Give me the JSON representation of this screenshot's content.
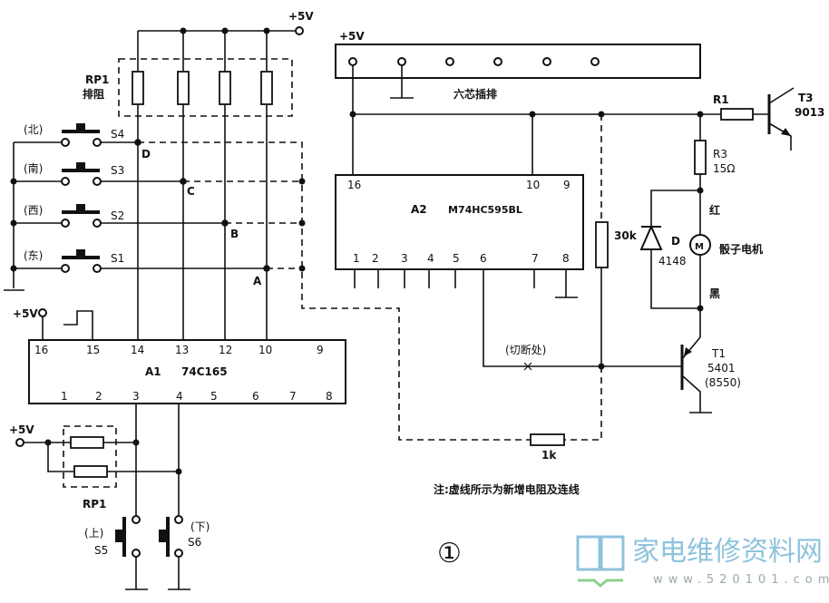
{
  "supply": {
    "plus5v": "+5V"
  },
  "rp1_top": {
    "name": "RP1",
    "desc": "排阻"
  },
  "switches": [
    {
      "name": "S4",
      "dir": "(北)",
      "node": "D"
    },
    {
      "name": "S3",
      "dir": "(南)",
      "node": "C"
    },
    {
      "name": "S2",
      "dir": "(西)",
      "node": "B"
    },
    {
      "name": "S1",
      "dir": "(东)",
      "node": "A"
    }
  ],
  "a1": {
    "ref": "A1",
    "part": "74C165",
    "top_pins": [
      "16",
      "15",
      "14",
      "13",
      "12",
      "10",
      "9"
    ],
    "bottom_pins": [
      "1",
      "2",
      "3",
      "4",
      "5",
      "6",
      "7",
      "8"
    ]
  },
  "rp1_bottom": {
    "name": "RP1"
  },
  "updown": [
    {
      "name": "S5",
      "dir": "(上)"
    },
    {
      "name": "S6",
      "dir": "(下)"
    }
  ],
  "connector": {
    "label": "六芯插排"
  },
  "a2": {
    "ref": "A2",
    "part": "M74HC595BL",
    "top_pins": [
      "16",
      "10",
      "9"
    ],
    "bottom_pins": [
      "1",
      "2",
      "3",
      "4",
      "5",
      "6",
      "7",
      "8"
    ]
  },
  "cut_label": "(切断处)",
  "r30k": "30k",
  "r1k": "1k",
  "r1": "R1",
  "r3": {
    "name": "R3",
    "value": "15Ω"
  },
  "t3": {
    "name": "T3",
    "part": "9013"
  },
  "diode": {
    "name": "D",
    "part": "4148"
  },
  "motor": {
    "symbol": "M",
    "label": "骰子电机",
    "red": "红",
    "black": "黑"
  },
  "t1": {
    "name": "T1",
    "part": "5401",
    "alt": "(8550)"
  },
  "note": "注:虚线所示为新增电阻及连线",
  "figure_number": "①",
  "watermark": {
    "site_name": "家电维修资料网",
    "url": "www.520101.com"
  }
}
